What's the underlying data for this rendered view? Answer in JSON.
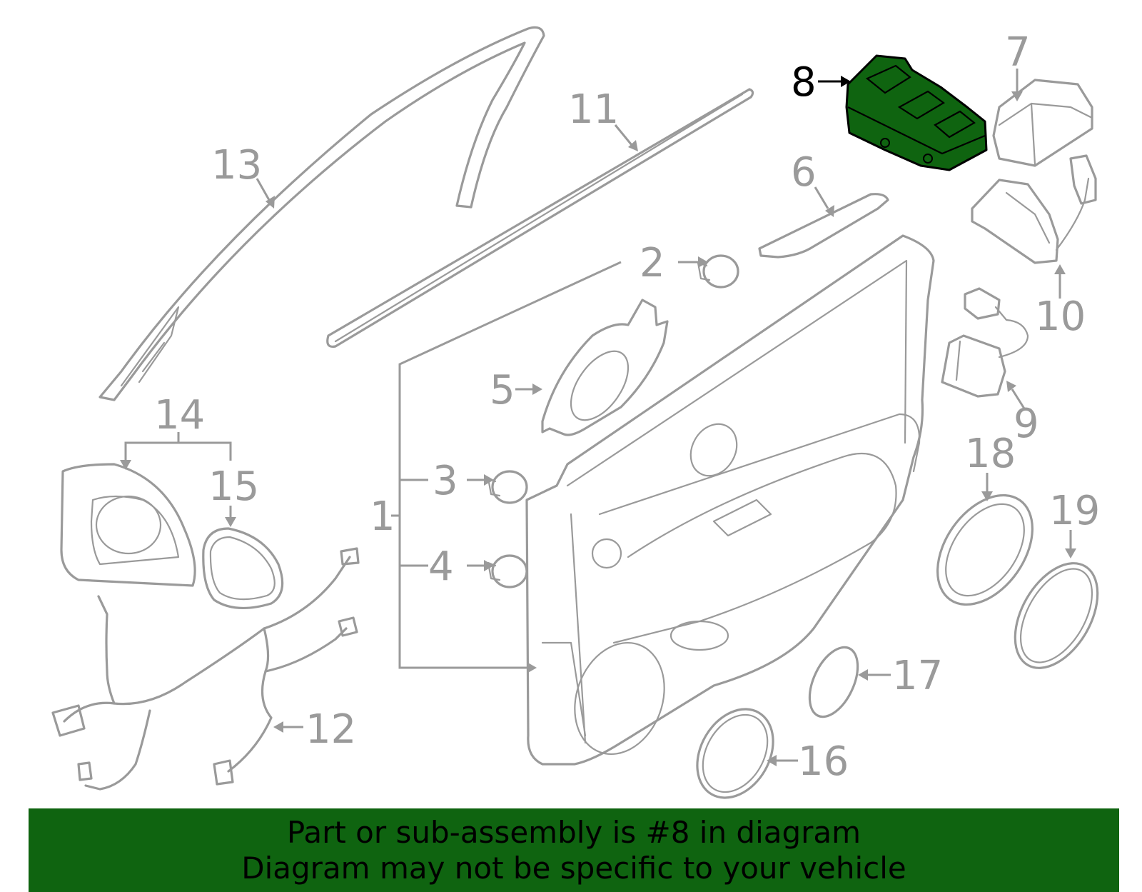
{
  "colors": {
    "highlight": "#0f6410",
    "banner_background": "#0f6410",
    "part_outline": "#9a9a9a",
    "active_label": "#000000"
  },
  "diagram": {
    "highlighted_callout": "8",
    "callouts": {
      "c1": "1",
      "c2": "2",
      "c3": "3",
      "c4": "4",
      "c5": "5",
      "c6": "6",
      "c7": "7",
      "c8": "8",
      "c9": "9",
      "c10": "10",
      "c11": "11",
      "c12": "12",
      "c13": "13",
      "c14": "14",
      "c15": "15",
      "c16": "16",
      "c17": "17",
      "c18": "18",
      "c19": "19"
    }
  },
  "banner": {
    "line1": "Part or sub-assembly is #8 in diagram",
    "line2": "Diagram may not be specific to your vehicle"
  }
}
